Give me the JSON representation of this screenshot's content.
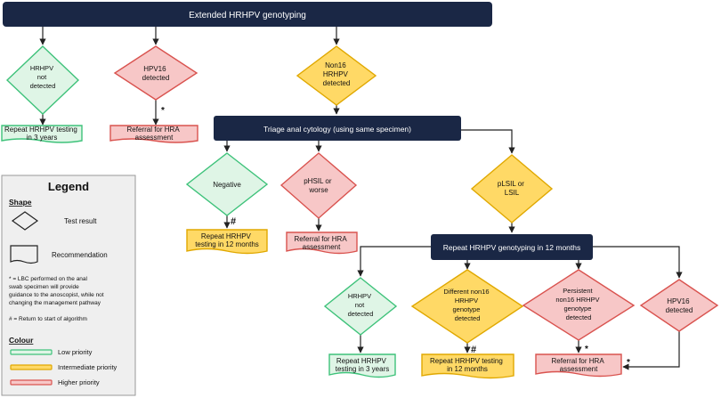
{
  "colors": {
    "header_fill": "#1a2745",
    "low_fill": "#dff5e6",
    "low_stroke": "#3ec27a",
    "mid_fill": "#ffd966",
    "mid_stroke": "#e0a800",
    "high_fill": "#f7c7c7",
    "high_stroke": "#d9534f",
    "legend_fill": "#efefef",
    "legend_stroke": "#999999",
    "arrow": "#222222"
  },
  "header": {
    "title": "Extended HRHPV genotyping"
  },
  "tests_top": {
    "not_detected": [
      "HRHPV",
      "not",
      "detected"
    ],
    "hpv16": [
      "HPV16",
      "detected"
    ],
    "non16": [
      "Non16",
      "HRHPV",
      "detected"
    ]
  },
  "recs_top": {
    "repeat3": [
      "Repeat HRHPV testing",
      "in 3 years"
    ],
    "referral": [
      "Referral for HRA",
      "assessment"
    ]
  },
  "triage": {
    "title": "Triage anal cytology (using same specimen)"
  },
  "tests_cyto": {
    "negative": [
      "Negative"
    ],
    "phsil": [
      "pHSIL or",
      "worse"
    ],
    "plsil": [
      "pLSIL or",
      "LSIL"
    ]
  },
  "recs_cyto": {
    "repeat12": [
      "Repeat HRHPV",
      "testing in 12 months"
    ],
    "referral": [
      "Referral for HRA",
      "assessment"
    ]
  },
  "repeat_geno": {
    "title": "Repeat HRHPV genotyping in 12 months"
  },
  "tests_bottom": {
    "not_detected": [
      "HRHPV",
      "not",
      "detected"
    ],
    "different": [
      "Different non16",
      "HRHPV",
      "genotype",
      "detected"
    ],
    "persistent": [
      "Persistent",
      "non16 HRHPV",
      "genotype",
      "detected"
    ],
    "hpv16": [
      "HPV16",
      "detected"
    ]
  },
  "recs_bottom": {
    "repeat3": [
      "Repeat HRHPV",
      "testing in 3 years"
    ],
    "repeat12": [
      "Repeat HRHPV testing",
      "in 12 months"
    ],
    "referral": [
      "Referral for HRA",
      "assessment"
    ]
  },
  "marks": {
    "star": "*",
    "hash": "#"
  },
  "legend": {
    "title": "Legend",
    "shape_heading": "Shape",
    "test_result": "Test result",
    "recommendation": "Recommendation",
    "star_note": [
      "* = LBC performed on the anal",
      "swab specimen will provide",
      "guidance to the anoscopist, while not",
      "changing the management pathway"
    ],
    "hash_note": "# = Return to start of algorithm",
    "colour_heading": "Colour",
    "low": "Low priority",
    "intermediate": "Intermediate priority",
    "higher": "Higher priority"
  }
}
